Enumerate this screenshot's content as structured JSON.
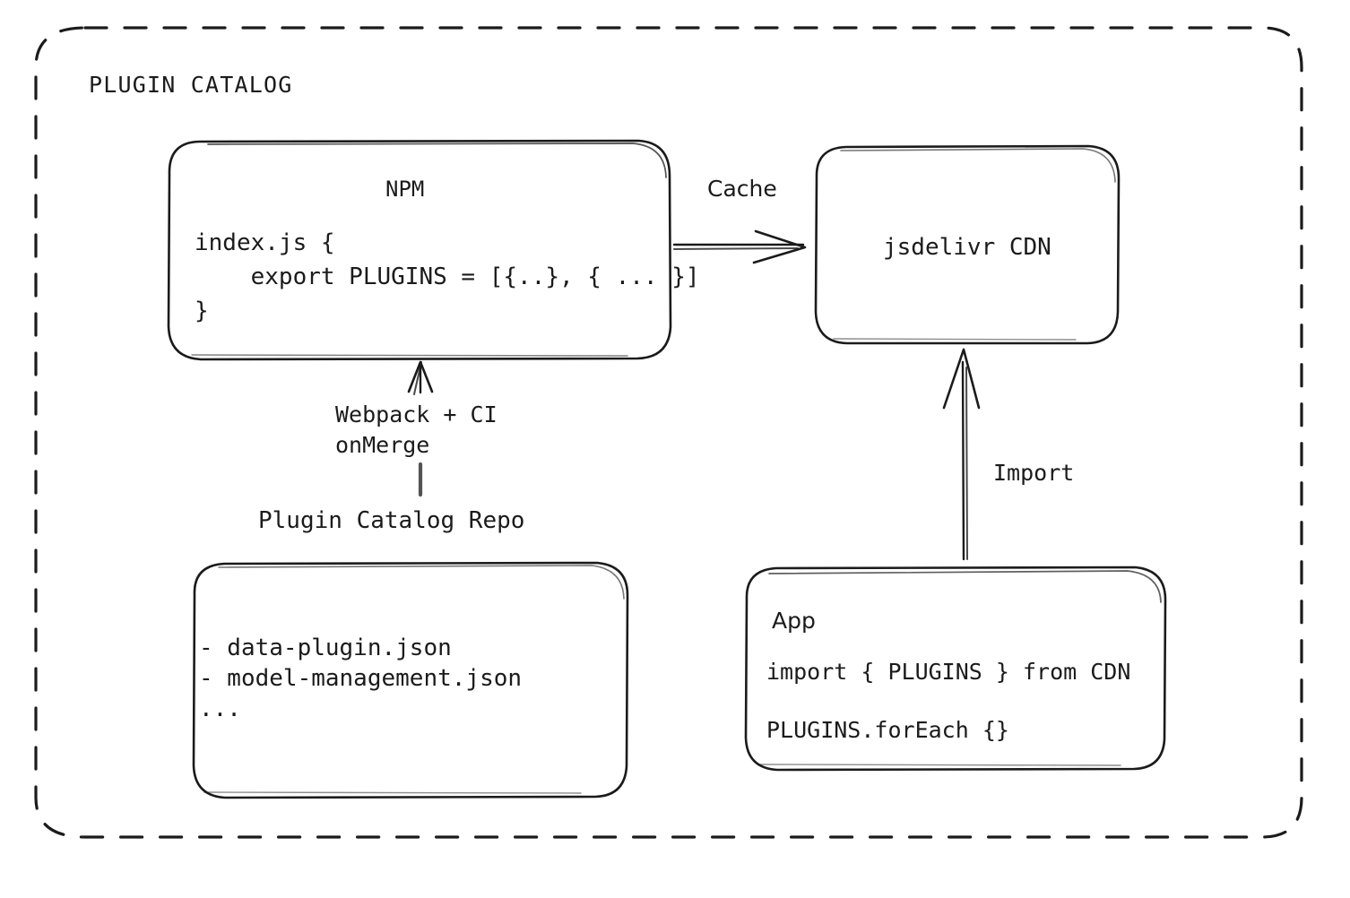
{
  "diagram": {
    "title": "PLUGIN CATALOG",
    "background": "#ffffff",
    "stroke": "#1b1b1b"
  },
  "nodes": {
    "npm": {
      "title": "NPM",
      "code_line_1": "index.js {",
      "code_line_2": "    export PLUGINS = [{..}, { ... }]",
      "code_line_3": "}"
    },
    "cdn": {
      "title": "jsdelivr CDN"
    },
    "repo": {
      "label": "Plugin Catalog Repo",
      "item_1": "- data-plugin.json",
      "item_2": "- model-management.json",
      "item_3": "..."
    },
    "app": {
      "title": "App",
      "code_line_1": "import { PLUGINS } from CDN",
      "code_line_2": "PLUGINS.forEach {}"
    }
  },
  "edges": {
    "npm_to_cdn": {
      "label": "Cache"
    },
    "repo_to_npm": {
      "label_line_1": "Webpack + CI",
      "label_line_2": "onMerge"
    },
    "app_to_cdn": {
      "label": "Import"
    }
  }
}
